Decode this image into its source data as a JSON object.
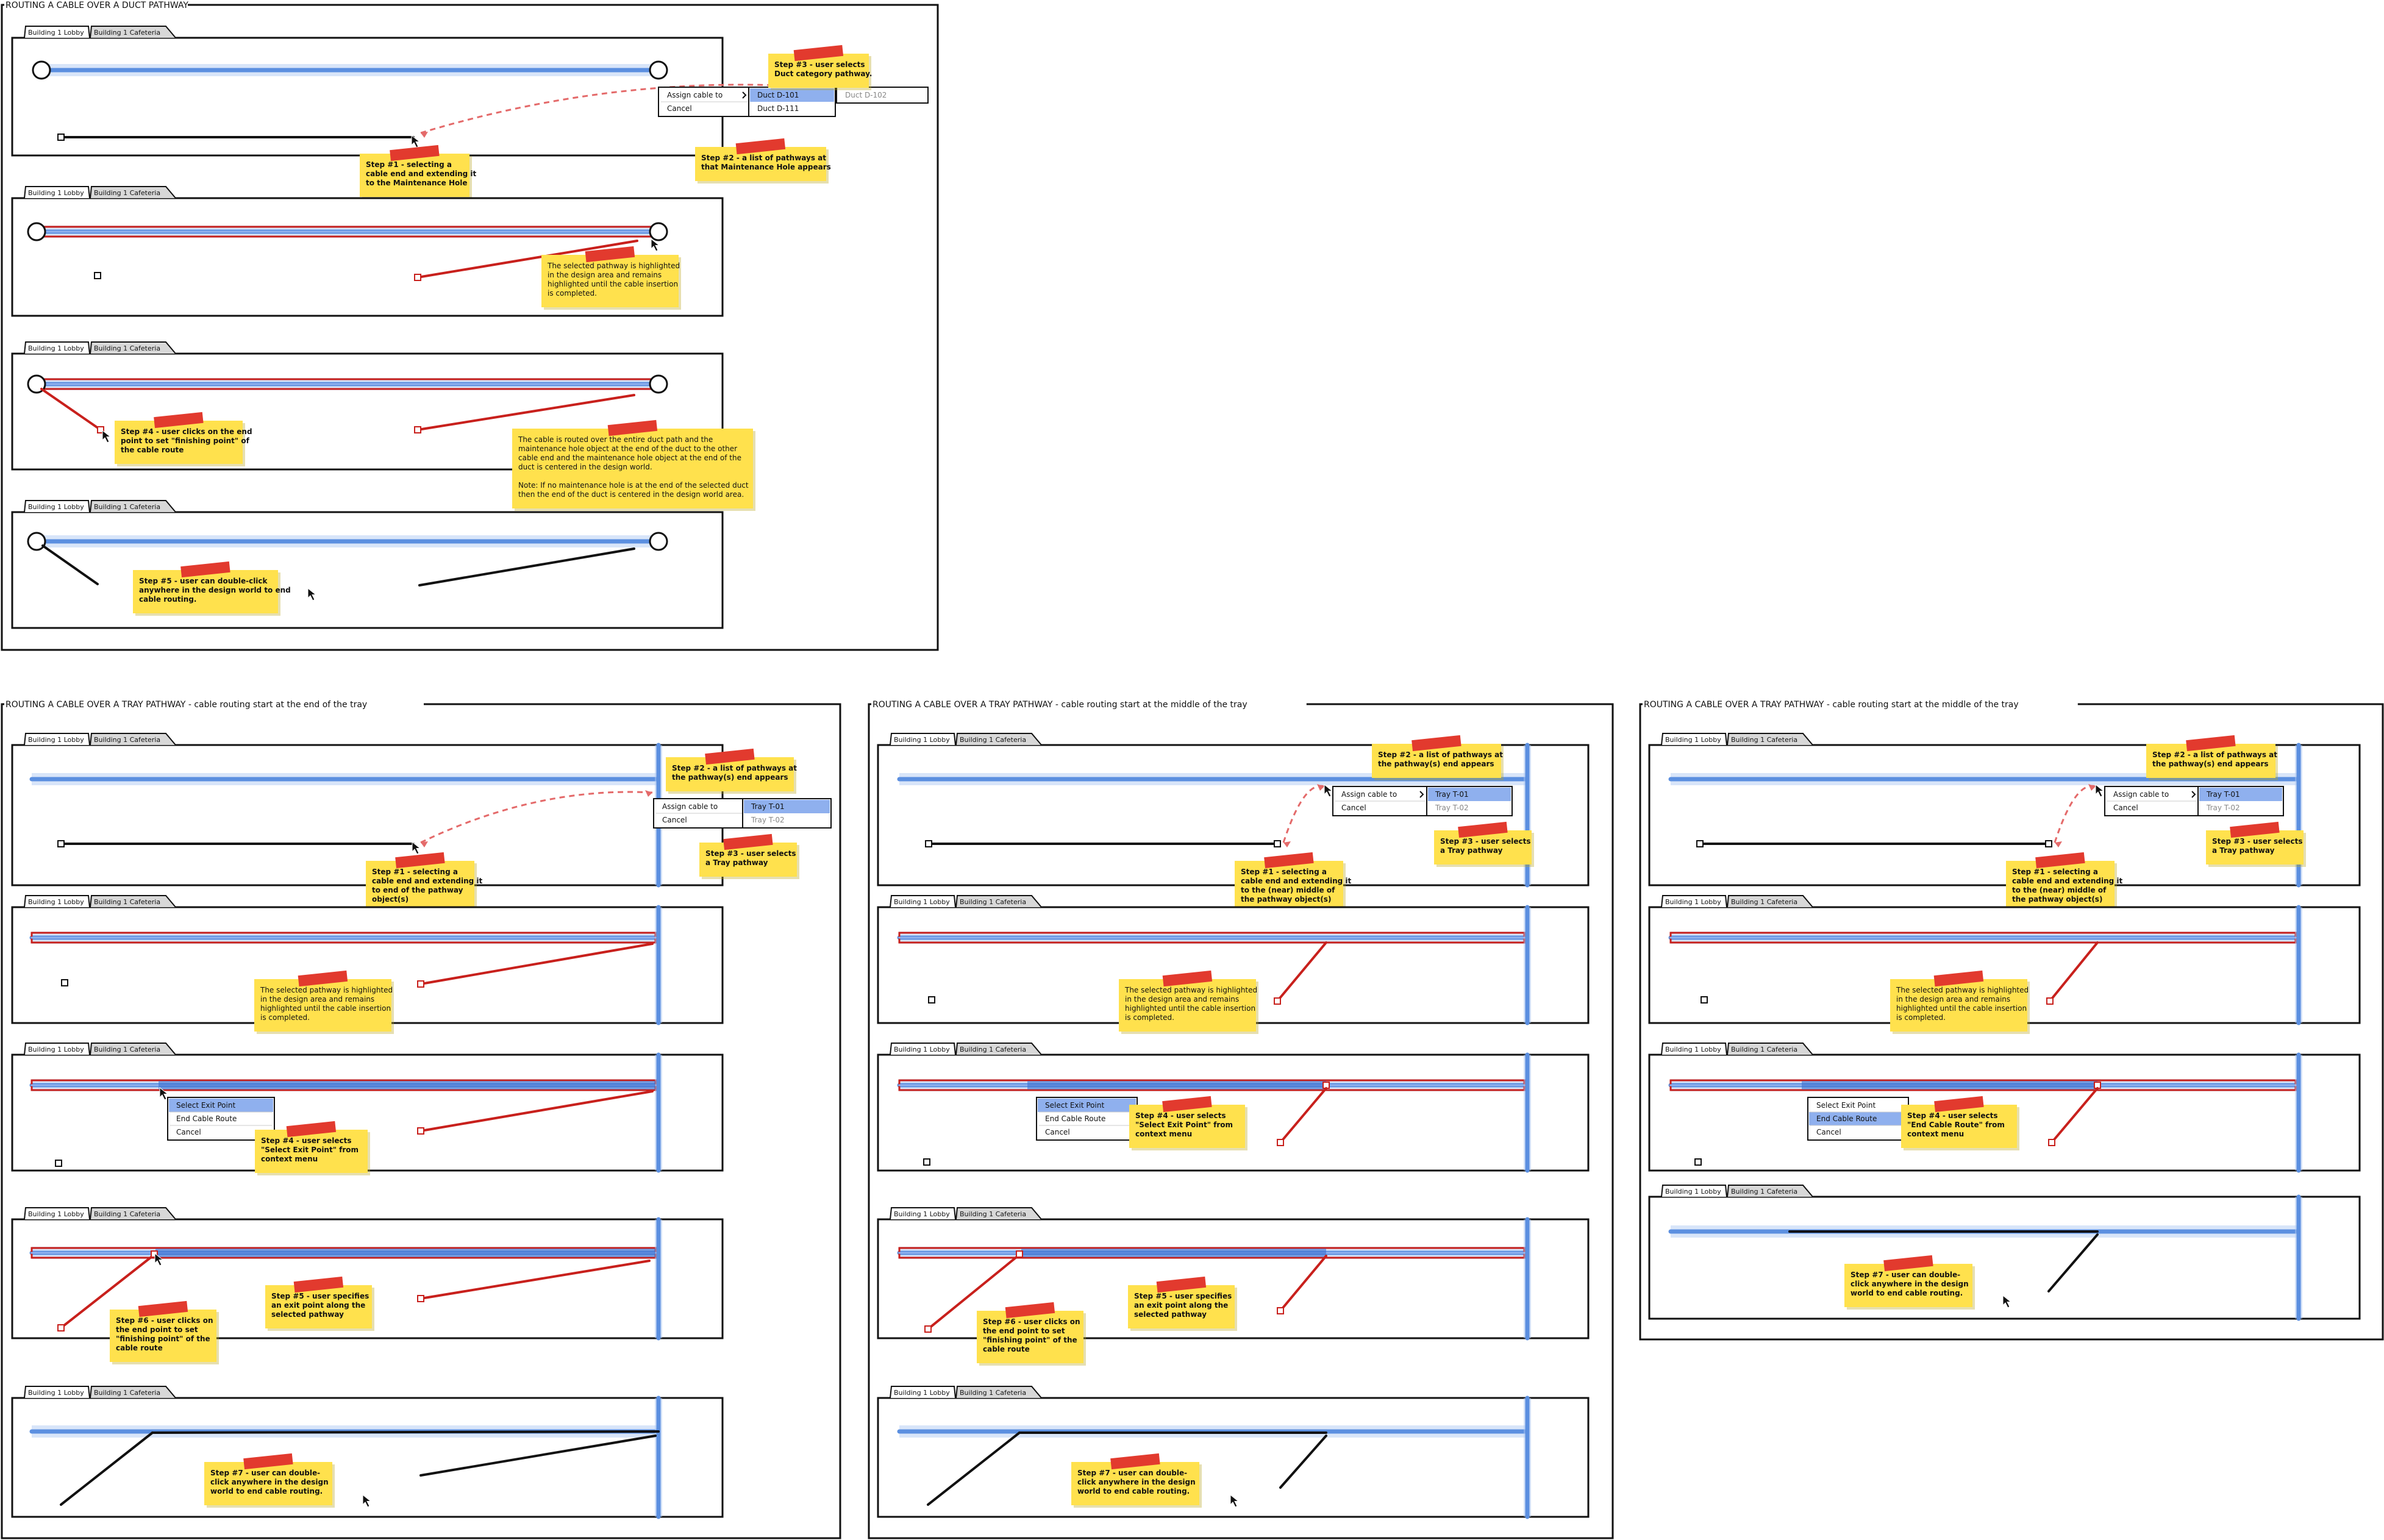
{
  "colors": {
    "pathway": "#5b8fe0",
    "pathway_glow": "#a9c6f2",
    "cable_red": "#c8201c",
    "cable_black": "#111111",
    "note": "#ffe14d",
    "note_tape": "#e23a2e",
    "highlight": "#8fb0ee"
  },
  "tabs": {
    "lobby": "Building 1 Lobby",
    "cafeteria": "Building 1 Cafeteria"
  },
  "sections": {
    "duct": {
      "title": "ROUTING A CABLE OVER A DUCT PATHWAY"
    },
    "tray_end": {
      "title": "ROUTING A CABLE OVER A TRAY PATHWAY - cable routing start at the end of the tray"
    },
    "tray_mid": {
      "title": "ROUTING A CABLE OVER A TRAY PATHWAY - cable routing start at the middle of the tray"
    },
    "tray_mid2": {
      "title": "ROUTING A CABLE OVER A TRAY PATHWAY - cable routing start at the middle of the tray"
    }
  },
  "menus": {
    "assign": "Assign cable to",
    "cancel": "Cancel",
    "duct_d101": "Duct D-101",
    "duct_d111": "Duct D-111",
    "duct_d102": "Duct D-102",
    "tray_t01": "Tray T-01",
    "tray_t02": "Tray T-02",
    "select_exit": "Select Exit Point",
    "end_route": "End Cable Route"
  },
  "notes": {
    "d_step1": [
      "Step #1 - selecting a",
      "cable end and extending it",
      "to the Maintenance Hole"
    ],
    "d_step2": [
      "Step #2 - a list of pathways at",
      "that Maintenance Hole appears"
    ],
    "d_step3": [
      "Step #3 - user selects",
      "Duct category pathway."
    ],
    "d_high": [
      "The selected pathway is highlighted",
      "in the design area and remains",
      "highlighted until the cable insertion",
      "is completed."
    ],
    "d_step4": [
      "Step #4 - user clicks on the end",
      "point to set \"finishing point\" of",
      "the cable route"
    ],
    "d_routed": [
      "The cable is routed over the entire duct path and the",
      "maintenance hole object at the end of the duct to the other",
      "cable end and the maintenance hole object at the end of the",
      "duct is centered in the design world.",
      "",
      "Note: If no maintenance hole is at the end of the selected duct",
      "then the end of the duct is centered in the design world area."
    ],
    "d_step5": [
      "Step #5 - user can double-click",
      "anywhere in the design world to end",
      "cable routing."
    ],
    "te_step1": [
      "Step #1 - selecting a",
      "cable end and extending it",
      "to end of the pathway",
      "object(s)"
    ],
    "te_step2": [
      "Step #2 - a list of pathways at",
      "the pathway(s) end appears"
    ],
    "te_step3": [
      "Step #3 - user selects",
      "a Tray pathway"
    ],
    "te_high": [
      "The selected pathway is highlighted",
      "in the design area and remains",
      "highlighted until the cable insertion",
      "is completed."
    ],
    "te_step4": [
      "Step #4 - user selects",
      "\"Select Exit Point\" from",
      "context menu"
    ],
    "te_step5": [
      "Step #5 - user specifies",
      "an exit point along the",
      "selected pathway"
    ],
    "te_step6": [
      "Step #6 - user clicks on",
      "the end point to set",
      "\"finishing point\" of the",
      "cable route"
    ],
    "te_step7": [
      "Step #7 - user can double-",
      "click anywhere in the design",
      "world to end cable routing."
    ],
    "tm_step1": [
      "Step #1 - selecting a",
      "cable end and extending it",
      "to the (near) middle of",
      "the pathway object(s)"
    ],
    "tm_step2": [
      "Step #2 - a list of pathways at",
      "the pathway(s) end appears"
    ],
    "tm_step3": [
      "Step #3 - user selects",
      "a Tray pathway"
    ],
    "tm_high": [
      "The selected pathway is highlighted",
      "in the design area and remains",
      "highlighted until the cable insertion",
      "is completed."
    ],
    "tm_step4": [
      "Step #4 - user selects",
      "\"Select Exit Point\" from",
      "context menu"
    ],
    "tm_step5": [
      "Step #5 - user specifies",
      "an exit point along the",
      "selected pathway"
    ],
    "tm_step6": [
      "Step #6 - user clicks on",
      "the end point to set",
      "\"finishing point\" of the",
      "cable route"
    ],
    "tm_step7": [
      "Step #7 - user can double-",
      "click anywhere in the design",
      "world to end cable routing."
    ],
    "t2_step1": [
      "Step #1 - selecting a",
      "cable end and extending it",
      "to the (near) middle of",
      "the pathway object(s)"
    ],
    "t2_step2": [
      "Step #2 - a list of pathways at",
      "the pathway(s) end appears"
    ],
    "t2_step3": [
      "Step #3 - user selects",
      "a Tray pathway"
    ],
    "t2_high": [
      "The selected pathway is highlighted",
      "in the design area and remains",
      "highlighted until the cable insertion",
      "is completed."
    ],
    "t2_step4": [
      "Step #4 - user selects",
      "\"End Cable Route\" from",
      "context menu"
    ],
    "t2_step7": [
      "Step #7 - user can double-",
      "click anywhere in the design",
      "world to end cable routing."
    ]
  }
}
